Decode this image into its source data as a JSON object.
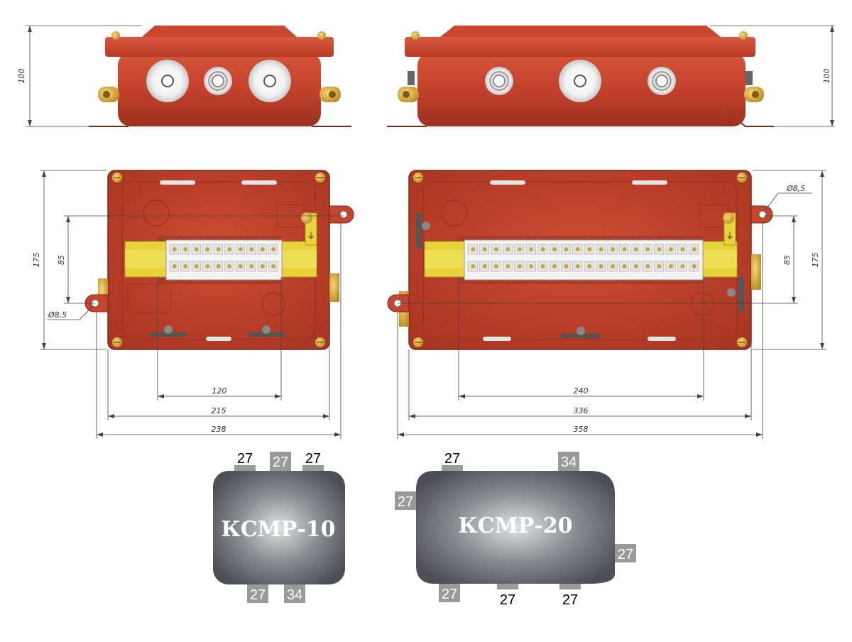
{
  "top_views": {
    "left_height": "100",
    "right_height": "100"
  },
  "box10": {
    "height": "175",
    "mount_spacing": "85",
    "hole_diameter": "Ø8,5",
    "rail_length": "120",
    "body_width": "215",
    "overall_width": "238"
  },
  "box20": {
    "height": "175",
    "mount_spacing": "85",
    "hole_diameter": "Ø8,5",
    "rail_length": "240",
    "body_width": "336",
    "overall_width": "358"
  },
  "ksmr10": {
    "name": "КСМР-10",
    "top_glands": [
      "27",
      "27",
      "27"
    ],
    "bottom_glands": [
      "27",
      "34"
    ]
  },
  "ksmr20": {
    "name": "КСМР-20",
    "top_glands": [
      "27",
      "34"
    ],
    "left_glands": [
      "27"
    ],
    "right_glands": [
      "27"
    ],
    "bottom_glands": [
      "27",
      "27",
      "27"
    ]
  },
  "colors": {
    "enclosure_red": "#c4412a",
    "enclosure_dark": "#8e2a1a",
    "din_rail": "#e7d43a",
    "terminal": "#eeeeee",
    "scheme_body": "#5c6064",
    "label_gray": "#9a9a9a"
  }
}
